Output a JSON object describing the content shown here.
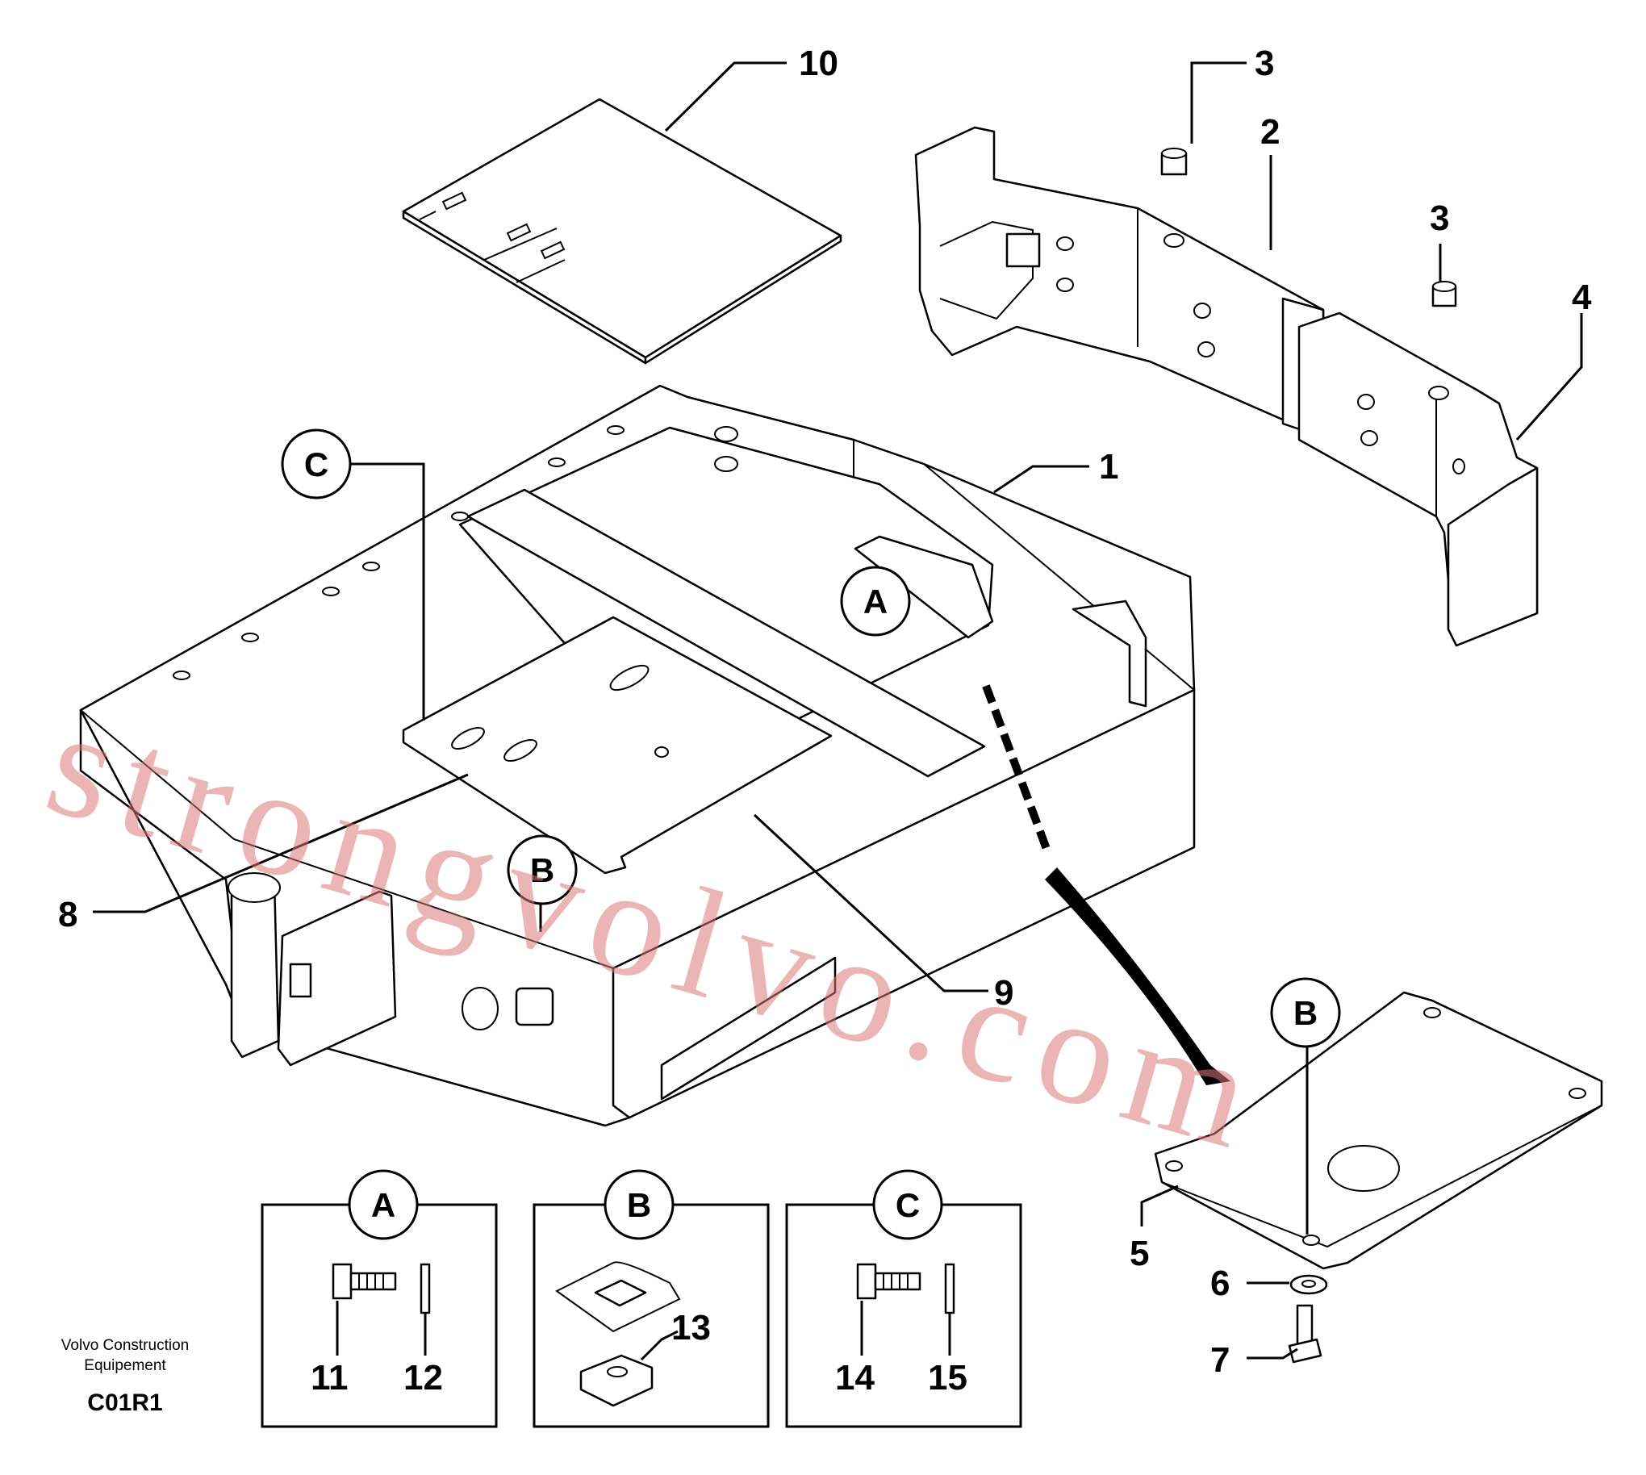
{
  "diagram": {
    "part_numbers": {
      "p1": "1",
      "p2": "2",
      "p3a": "3",
      "p3b": "3",
      "p4": "4",
      "p5": "5",
      "p6": "6",
      "p7": "7",
      "p8": "8",
      "p9": "9",
      "p10": "10",
      "p11": "11",
      "p12": "12",
      "p13": "13",
      "p14": "14",
      "p15": "15"
    },
    "callouts": {
      "A_main": "A",
      "B_main": "B",
      "C_main": "C",
      "B_plate": "B",
      "A_inset": "A",
      "B_inset": "B",
      "C_inset": "C"
    },
    "publisher_line1": "Volvo Construction",
    "publisher_line2": "Equipement",
    "diagram_code": "C01R1",
    "watermark": "strongvolvo.com"
  }
}
